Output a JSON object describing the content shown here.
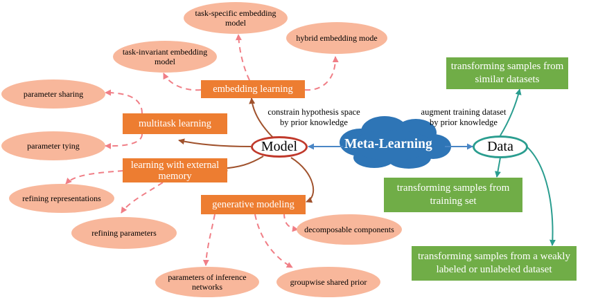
{
  "center": {
    "label": "Meta-Learning",
    "cloud_color": "#2e75b6"
  },
  "model": {
    "label": "Model",
    "border_color": "#c0392b"
  },
  "data": {
    "label": "Data",
    "border_color": "#2a9d8f"
  },
  "model_note": {
    "line1": "constrain hypothesis space",
    "line2": "by prior knowledge"
  },
  "data_note": {
    "line1": "augment training dataset",
    "line2": "by prior knowledge"
  },
  "model_branches": {
    "embedding": {
      "label": "embedding learning"
    },
    "multitask": {
      "label": "multitask learning"
    },
    "external": {
      "line1": "learning with external",
      "line2": "memory"
    },
    "generative": {
      "label": "generative modeling"
    }
  },
  "embedding_leaves": {
    "task_invariant": {
      "line1": "task-invariant embedding",
      "line2": "model"
    },
    "task_specific": {
      "line1": "task-specific embedding",
      "line2": "model"
    },
    "hybrid": {
      "label": "hybrid embedding mode"
    }
  },
  "multitask_leaves": {
    "sharing": {
      "label": "parameter sharing"
    },
    "tying": {
      "label": "parameter tying"
    }
  },
  "external_leaves": {
    "representations": {
      "label": "refining representations"
    },
    "parameters": {
      "label": "refining parameters"
    }
  },
  "generative_leaves": {
    "decomposable": {
      "label": "decomposable components"
    },
    "inference": {
      "line1": "parameters of inference",
      "line2": "networks"
    },
    "groupwise": {
      "label": "groupwise shared prior"
    }
  },
  "data_branches": {
    "similar": {
      "line1": "transforming samples from",
      "line2": "similar datasets"
    },
    "training": {
      "line1": "transforming samples from",
      "line2": "training set"
    },
    "weakly": {
      "line1": "transforming samples from a weakly",
      "line2": "labeled or unlabeled dataset"
    }
  },
  "colors": {
    "leaf_fill": "#f8b79b",
    "model_branch_fill": "#ed7d31",
    "data_branch_fill": "#70ad47",
    "dashed_arrow": "#f07e86",
    "solid_arrow_model": "#a0522d",
    "arrow_data": "#2a9d8f",
    "arrow_center": "#4a86c5"
  }
}
